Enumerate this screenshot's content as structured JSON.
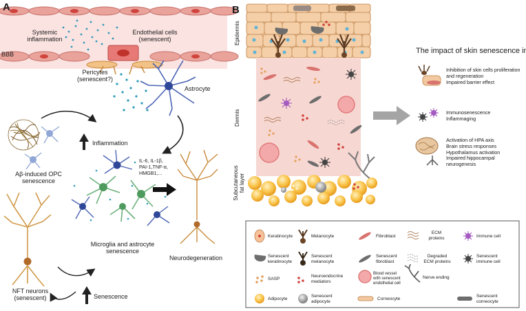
{
  "panel_a": {
    "letter": "A",
    "bbb": "BBB",
    "systemic_inflammation": [
      "Systemic",
      "inflammation"
    ],
    "endothelial": [
      "Endothelial cells",
      "(senescent)"
    ],
    "pericytes": [
      "Pericytes",
      "(senescent?)"
    ],
    "astrocyte": "Astrocyte",
    "inflammation": "Inflammation",
    "opc": [
      "Aβ-induced OPC",
      "senescence"
    ],
    "cytokines": [
      "IL-6, IL-1β,",
      "PAI-1,TNF-α,",
      "HMGB1,..."
    ],
    "microglia": [
      "Microglia and astrocyte",
      "senescence"
    ],
    "neurodegeneration": "Neurodegeneration",
    "nft": [
      "NFT neurons",
      "(senescent)"
    ],
    "senescence": "Senescence"
  },
  "panel_b": {
    "letter": "B",
    "epidermis": "Epidermis",
    "dermis": "Dermis",
    "subcutaneous": [
      "Subcutaneous",
      "fat layer"
    ],
    "impact_title": "The impact of skin senescence in aging",
    "impact_items": [
      [
        "Inhibition of skin cells proliferation",
        "and regeneration",
        "Impaired barrier effect"
      ],
      [
        "Immunosenescence",
        "Inflammaging"
      ],
      [
        "Activation of HPA axis",
        "Brain stress responses",
        "Hypothalamus activation",
        "Impaired hippocampal",
        "neurogenesis"
      ]
    ],
    "legend": {
      "keratinocyte": "Keratinocyte",
      "melanocyte": "Melanocyte",
      "fibroblast": "Fibroblast",
      "ecm": [
        "ECM",
        "proteins"
      ],
      "immune": "Immune cell",
      "sen_keratinocyte": [
        "Senescent",
        "keratinocyte"
      ],
      "sen_melanocyte": [
        "Senescent",
        "melanocyte"
      ],
      "sen_fibroblast": [
        "Senescent",
        "fibroblast"
      ],
      "degraded_ecm": [
        "Degraded",
        "ECM proteins"
      ],
      "sen_immune": [
        "Senescent",
        "immune cell"
      ],
      "sasp": "SASP",
      "neuroendocrine": [
        "Neuroendocrine",
        "mediators"
      ],
      "blood_vessel": [
        "Blood vessel",
        "with senescent",
        "endothelial cell"
      ],
      "nerve": "Nerve ending",
      "adipocyte": "Adipocyte",
      "sen_adipocyte": [
        "Senescent",
        "adipocyte"
      ],
      "corneocyte": "Corneocyte",
      "sen_corneocyte": [
        "Senescent",
        "corneocyte"
      ]
    }
  },
  "colors": {
    "vessel_pink": "#f6c9c6",
    "endothelial_red": "#d9534f",
    "dot_teal": "#2e9ab8",
    "neuron_orange": "#c98a3a",
    "astro_blue": "#4b63b5",
    "microglia_green": "#6bb07a",
    "skin_tan": "#f2c9a0",
    "dermis_pink": "#f7d7d2",
    "fat_yellow": "#f7b93a",
    "arrow_gray": "#a5a5a5"
  }
}
